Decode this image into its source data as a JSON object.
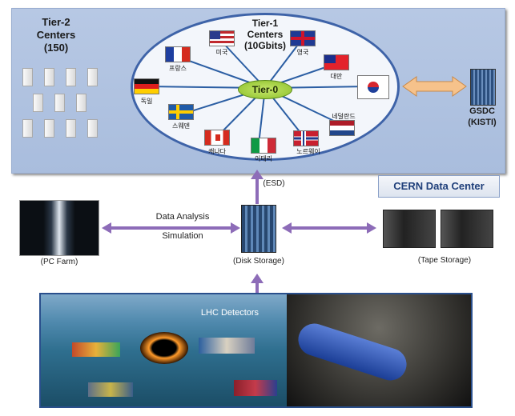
{
  "tier2": {
    "title": "Tier-2",
    "subtitle": "Centers",
    "count": "(150)"
  },
  "tier1": {
    "title": "Tier-1",
    "subtitle": "Centers",
    "bandwidth": "(10Gbits)"
  },
  "tier0": {
    "label": "Tier-0"
  },
  "countries": {
    "usa": "미국",
    "uk": "영국",
    "france": "프랑스",
    "taiwan": "대만",
    "germany": "독일",
    "sweden": "스웨덴",
    "netherlands": "네덜란드",
    "canada": "캐나다",
    "italy": "이태리",
    "norway": "노르웨이"
  },
  "gsdc": {
    "name": "GSDC",
    "org": "(KISTI)"
  },
  "cern_label": "CERN Data Center",
  "esd_label": "(ESD)",
  "data_analysis": "Data Analysis",
  "simulation": "Simulation",
  "pc_farm": "(PC Farm)",
  "disk_storage": "(Disk Storage)",
  "tape_storage": "(Tape Storage)",
  "lhc_detectors": "LHC Detectors",
  "colors": {
    "panel": "#b0c3e1",
    "ellipse_border": "#3e63a8",
    "tier0": "#9ccc3c",
    "arrow": "#8d6cb8",
    "gsdc_arrow": "#f6c28b"
  }
}
